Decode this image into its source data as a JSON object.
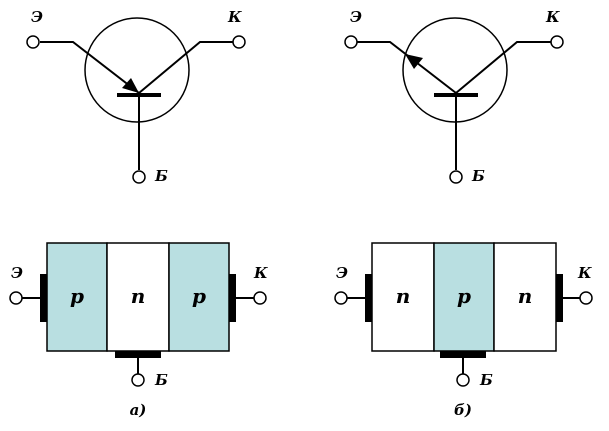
{
  "colors": {
    "p_region": "#b9dfe1",
    "n_region": "#ffffff",
    "line": "#000000"
  },
  "symbol_a": {
    "emitter": "Э",
    "collector": "К",
    "base": "Б"
  },
  "symbol_b": {
    "emitter": "Э",
    "collector": "К",
    "base": "Б"
  },
  "structure_a": {
    "emitter": "Э",
    "collector": "К",
    "base": "Б",
    "regions": [
      "p",
      "n",
      "p"
    ],
    "caption": "а)"
  },
  "structure_b": {
    "emitter": "Э",
    "collector": "К",
    "base": "Б",
    "regions": [
      "n",
      "p",
      "n"
    ],
    "caption": "б)"
  }
}
